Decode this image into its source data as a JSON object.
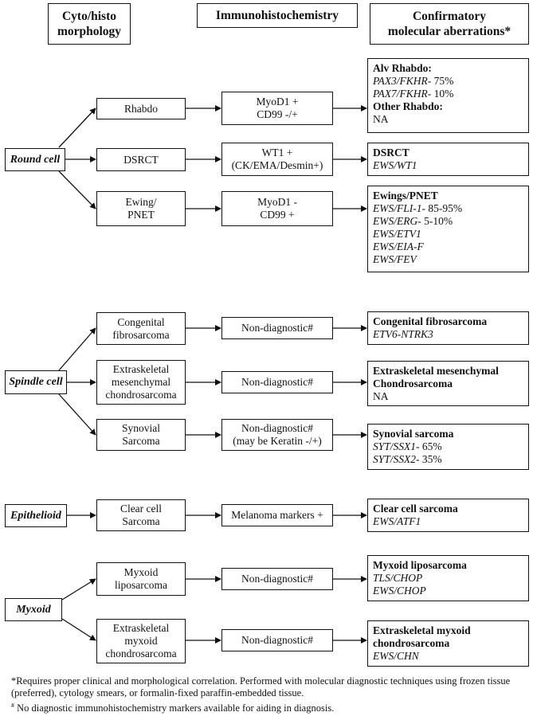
{
  "headers": {
    "morphology": [
      "Cyto/histo",
      "morphology"
    ],
    "ihc": "Immunohistochemistry",
    "molecular": [
      "Confirmatory",
      "molecular aberrations*"
    ]
  },
  "categories": {
    "round": "Round cell",
    "spindle": "Spindle cell",
    "epithelioid": "Epithelioid",
    "myxoid": "Myxoid"
  },
  "rows": {
    "rhabdo": {
      "morph": [
        "Rhabdo"
      ],
      "ihc": [
        "MyoD1 +",
        "CD99 -/+"
      ],
      "lines": [
        {
          "t": "Alv Rhabdo:",
          "s": "b"
        },
        {
          "t": "PAX3/FKHR",
          "s": "i",
          "x": "- 75%"
        },
        {
          "t": "PAX7/FKHR",
          "s": "i",
          "x": "- 10%"
        },
        {
          "t": "Other Rhabdo:",
          "s": "b"
        },
        {
          "t": "NA",
          "s": ""
        }
      ]
    },
    "dsrct": {
      "morph": [
        "DSRCT"
      ],
      "ihc": [
        "WT1 +",
        "(CK/EMA/Desmin+)"
      ],
      "lines": [
        {
          "t": "DSRCT",
          "s": "b"
        },
        {
          "t": "EWS/WT1",
          "s": "i"
        }
      ]
    },
    "ewing": {
      "morph": [
        "Ewing/",
        "PNET"
      ],
      "ihc": [
        "MyoD1 -",
        "CD99 +"
      ],
      "lines": [
        {
          "t": "Ewings/PNET",
          "s": "b"
        },
        {
          "t": "EWS/FLI-1",
          "s": "i",
          "x": "- 85-95%"
        },
        {
          "t": "EWS/ERG",
          "s": "i",
          "x": "- 5-10%"
        },
        {
          "t": "EWS/ETV1",
          "s": "i"
        },
        {
          "t": "EWS/EIA-F",
          "s": "i"
        },
        {
          "t": "EWS/FEV",
          "s": "i"
        }
      ]
    },
    "congenital": {
      "morph": [
        "Congenital",
        "fibrosarcoma"
      ],
      "ihc": [
        "Non-diagnostic#"
      ],
      "lines": [
        {
          "t": "Congenital fibrosarcoma",
          "s": "b"
        },
        {
          "t": "ETV6-NTRK3",
          "s": "i"
        }
      ]
    },
    "emc": {
      "morph": [
        "Extraskeletal",
        "mesenchymal",
        "chondrosarcoma"
      ],
      "ihc": [
        "Non-diagnostic#"
      ],
      "lines": [
        {
          "t": "Extraskeletal mesenchymal",
          "s": "b"
        },
        {
          "t": "Chondrosarcoma",
          "s": "b"
        },
        {
          "t": "NA",
          "s": ""
        }
      ]
    },
    "synovial": {
      "morph": [
        "Synovial",
        "Sarcoma"
      ],
      "ihc": [
        "Non-diagnostic#",
        "(may be Keratin -/+)"
      ],
      "lines": [
        {
          "t": "Synovial sarcoma",
          "s": "b"
        },
        {
          "t": "SYT/SSX1",
          "s": "i",
          "x": "- 65%"
        },
        {
          "t": "SYT/SSX2",
          "s": "i",
          "x": "- 35%"
        }
      ]
    },
    "clearcell": {
      "morph": [
        "Clear cell",
        "Sarcoma"
      ],
      "ihc": [
        "Melanoma markers +"
      ],
      "lines": [
        {
          "t": "Clear cell sarcoma",
          "s": "b"
        },
        {
          "t": "EWS/ATF1",
          "s": "i"
        }
      ]
    },
    "myxlipo": {
      "morph": [
        "Myxoid",
        "liposarcoma"
      ],
      "ihc": [
        "Non-diagnostic#"
      ],
      "lines": [
        {
          "t": "Myxoid liposarcoma",
          "s": "b"
        },
        {
          "t": "TLS/CHOP",
          "s": "i"
        },
        {
          "t": "EWS/CHOP",
          "s": "i"
        }
      ]
    },
    "emyxchondro": {
      "morph": [
        "Extraskeletal",
        "myxoid",
        "chondrosarcoma"
      ],
      "ihc": [
        "Non-diagnostic#"
      ],
      "lines": [
        {
          "t": "Extraskeletal myxoid",
          "s": "b"
        },
        {
          "t": "chondrosarcoma",
          "s": "b"
        },
        {
          "t": "EWS/CHN",
          "s": "i"
        }
      ]
    }
  },
  "footnotes": {
    "star": "*Requires proper clinical and morphological correlation. Performed with molecular diagnostic techniques using frozen tissue (preferred), cytology smears, or formalin-fixed paraffin-embedded tissue.",
    "hash_mark": "#",
    "hash": " No diagnostic immunohistochemistry markers available for aiding in diagnosis."
  }
}
